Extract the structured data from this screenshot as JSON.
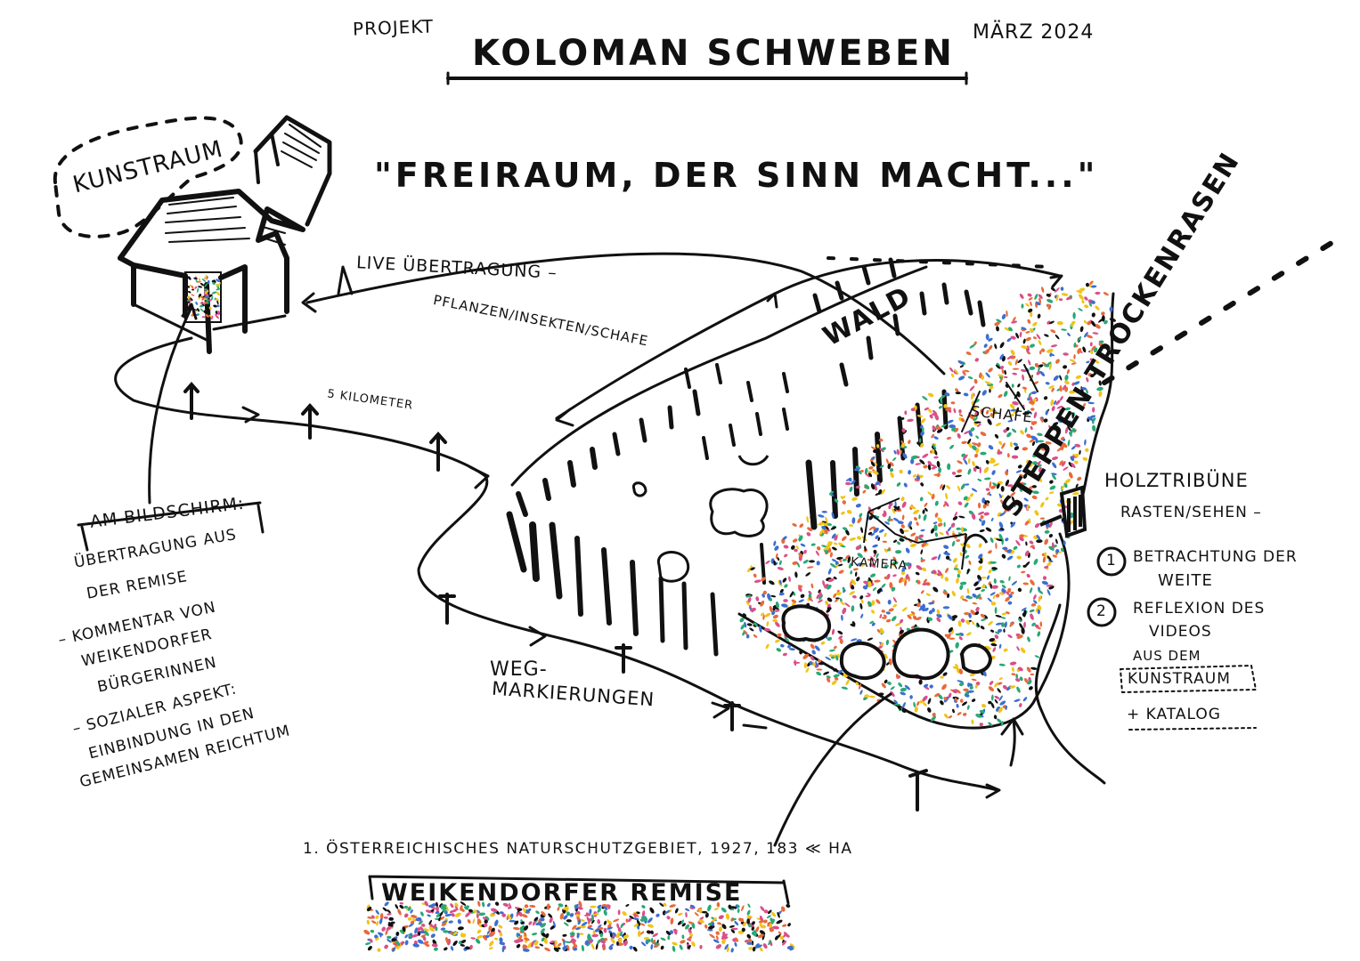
{
  "header": {
    "project": "PROJEKT",
    "title": "KOLOMAN SCHWEBEN",
    "date": "MÄRZ 2024"
  },
  "motto": "\"FREIRAUM, DER SINN MACHT...\"",
  "kunstraum": {
    "label": "KUNSTRAUM"
  },
  "live": {
    "line1": "LIVE ÜBERTRAGUNG –",
    "line2": "PFLANZEN/INSEKTEN/SCHAFE"
  },
  "route": {
    "distance": "5 KILOMETER",
    "markers": [
      "WEG-",
      "MARKIERUNGEN"
    ]
  },
  "landscape": {
    "forest": "WALD",
    "steppe": "STEPPEN TROCKENRASEN",
    "sheep": "SCHAFE",
    "camera": "KAMERA"
  },
  "screen": {
    "heading": "AM BILDSCHIRM:",
    "line1a": "ÜBERTRAGUNG AUS",
    "line1b": "DER REMISE",
    "line2a": "– KOMMENTAR VON",
    "line2b": "WEIKENDORFER",
    "line2c": "BÜRGERINNEN",
    "line3a": "– SOZIALER ASPEKT:",
    "line3b": "EINBINDUNG IN DEN",
    "line3c": "GEMEINSAMEN REICHTUM"
  },
  "tribune": {
    "heading": "HOLZTRIBÜNE",
    "sub": "RASTEN/SEHEN –",
    "item1_num": "1",
    "item1a": "BETRACHTUNG DER",
    "item1b": "WEITE",
    "item2_num": "2",
    "item2a": "REFLEXION DES",
    "item2b": "VIDEOS",
    "item2c": "AUS DEM",
    "item2d": "KUNSTRAUM",
    "catalog": "+ KATALOG"
  },
  "footer": {
    "reserve": "1. ÖSTERREICHISCHES NATURSCHUTZGEBIET, 1927, 183 ≪ HA",
    "site": "WEIKENDORFER REMISE"
  },
  "colors": {
    "ink": "#111111",
    "dots": [
      "#e86a3a",
      "#f0c419",
      "#2aa876",
      "#3b6fd1",
      "#d94f8a",
      "#111111"
    ]
  }
}
